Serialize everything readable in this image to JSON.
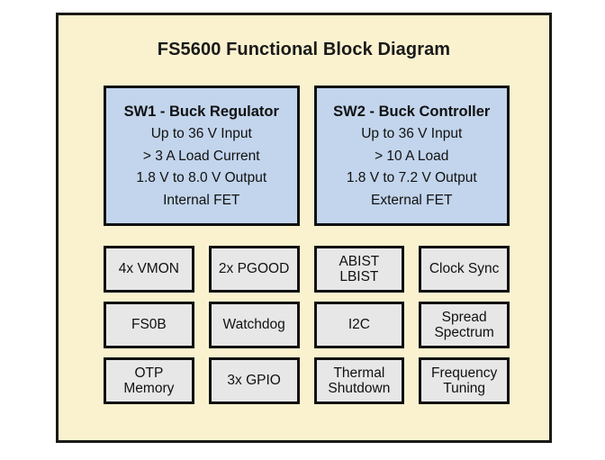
{
  "diagram": {
    "title": "FS5600 Functional Block Diagram",
    "frame_color": "#faf2cf",
    "border_color": "#111111",
    "sw_block_color": "#c2d5ec",
    "feature_block_color": "#e7e7e7",
    "sw_blocks": [
      {
        "heading": "SW1 - Buck Regulator",
        "line1": "Up to 36 V Input",
        "line2": "> 3 A Load Current",
        "line3": "1.8 V to 8.0 V Output",
        "line4": "Internal FET"
      },
      {
        "heading": "SW2 - Buck Controller",
        "line1": "Up to 36 V Input",
        "line2": "> 10 A Load",
        "line3": "1.8 V to 7.2 V Output",
        "line4": "External FET"
      }
    ],
    "features": [
      {
        "line1": "4x VMON",
        "line2": ""
      },
      {
        "line1": "2x PGOOD",
        "line2": ""
      },
      {
        "line1": "ABIST",
        "line2": "LBIST"
      },
      {
        "line1": "Clock Sync",
        "line2": ""
      },
      {
        "line1": "FS0B",
        "line2": ""
      },
      {
        "line1": "Watchdog",
        "line2": ""
      },
      {
        "line1": "I2C",
        "line2": ""
      },
      {
        "line1": "Spread",
        "line2": "Spectrum"
      },
      {
        "line1": "OTP",
        "line2": "Memory"
      },
      {
        "line1": "3x GPIO",
        "line2": ""
      },
      {
        "line1": "Thermal",
        "line2": "Shutdown"
      },
      {
        "line1": "Frequency",
        "line2": "Tuning"
      }
    ]
  }
}
